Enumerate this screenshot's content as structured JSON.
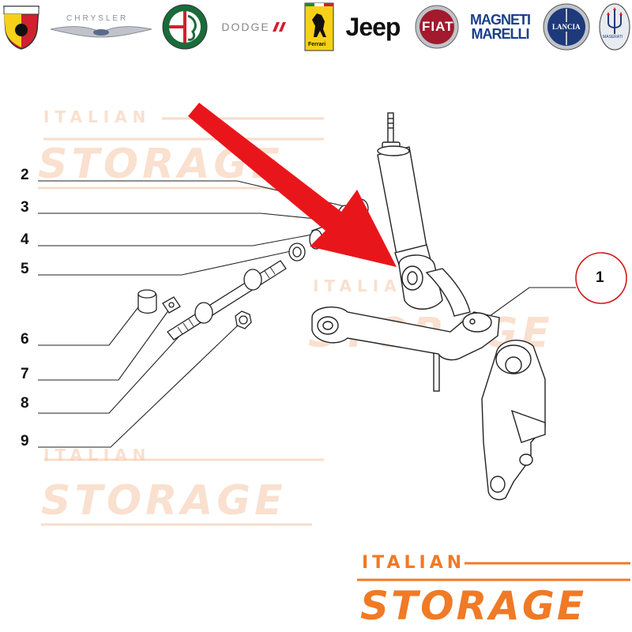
{
  "brands": [
    {
      "name": "ABARTH",
      "icon": "abarth-scorpion-icon",
      "color": "#d1202f"
    },
    {
      "name": "CHRYSLER",
      "icon": "chrysler-wings-icon",
      "color": "#8a8f96"
    },
    {
      "name": "ALFA ROMEO",
      "icon": "alfa-romeo-badge-icon",
      "color": "#1a6b3a"
    },
    {
      "name": "DODGE",
      "icon": "dodge-stripes-icon",
      "color": "#d1202f"
    },
    {
      "name": "Ferrari",
      "icon": "ferrari-horse-icon",
      "color": "#f7d117"
    },
    {
      "name": "Jeep",
      "icon": "jeep-wordmark",
      "color": "#111111"
    },
    {
      "name": "FIAT",
      "icon": "fiat-badge-icon",
      "color": "#a3192e"
    },
    {
      "name": "MAGNETI MARELLI",
      "icon": "magneti-marelli-wordmark",
      "color": "#1b3f8b"
    },
    {
      "name": "LANCIA",
      "icon": "lancia-badge-icon",
      "color": "#1e3a7a"
    },
    {
      "name": "MASERATI",
      "icon": "maserati-trident-icon",
      "color": "#1e3a7a"
    }
  ],
  "callouts": [
    {
      "label": "1",
      "highlighted": true
    },
    {
      "label": "2"
    },
    {
      "label": "3"
    },
    {
      "label": "4"
    },
    {
      "label": "5"
    },
    {
      "label": "6"
    },
    {
      "label": "7"
    },
    {
      "label": "8"
    },
    {
      "label": "9"
    }
  ],
  "watermark": {
    "line1": "ITALIAN",
    "line2": "STORAGE"
  },
  "logo": {
    "line1": "ITALIAN",
    "line2": "STORAGE",
    "color": "#f07a25"
  },
  "colors": {
    "arrow": "#e8161b",
    "highlight_circle": "#d11a1a",
    "line": "#222222"
  }
}
